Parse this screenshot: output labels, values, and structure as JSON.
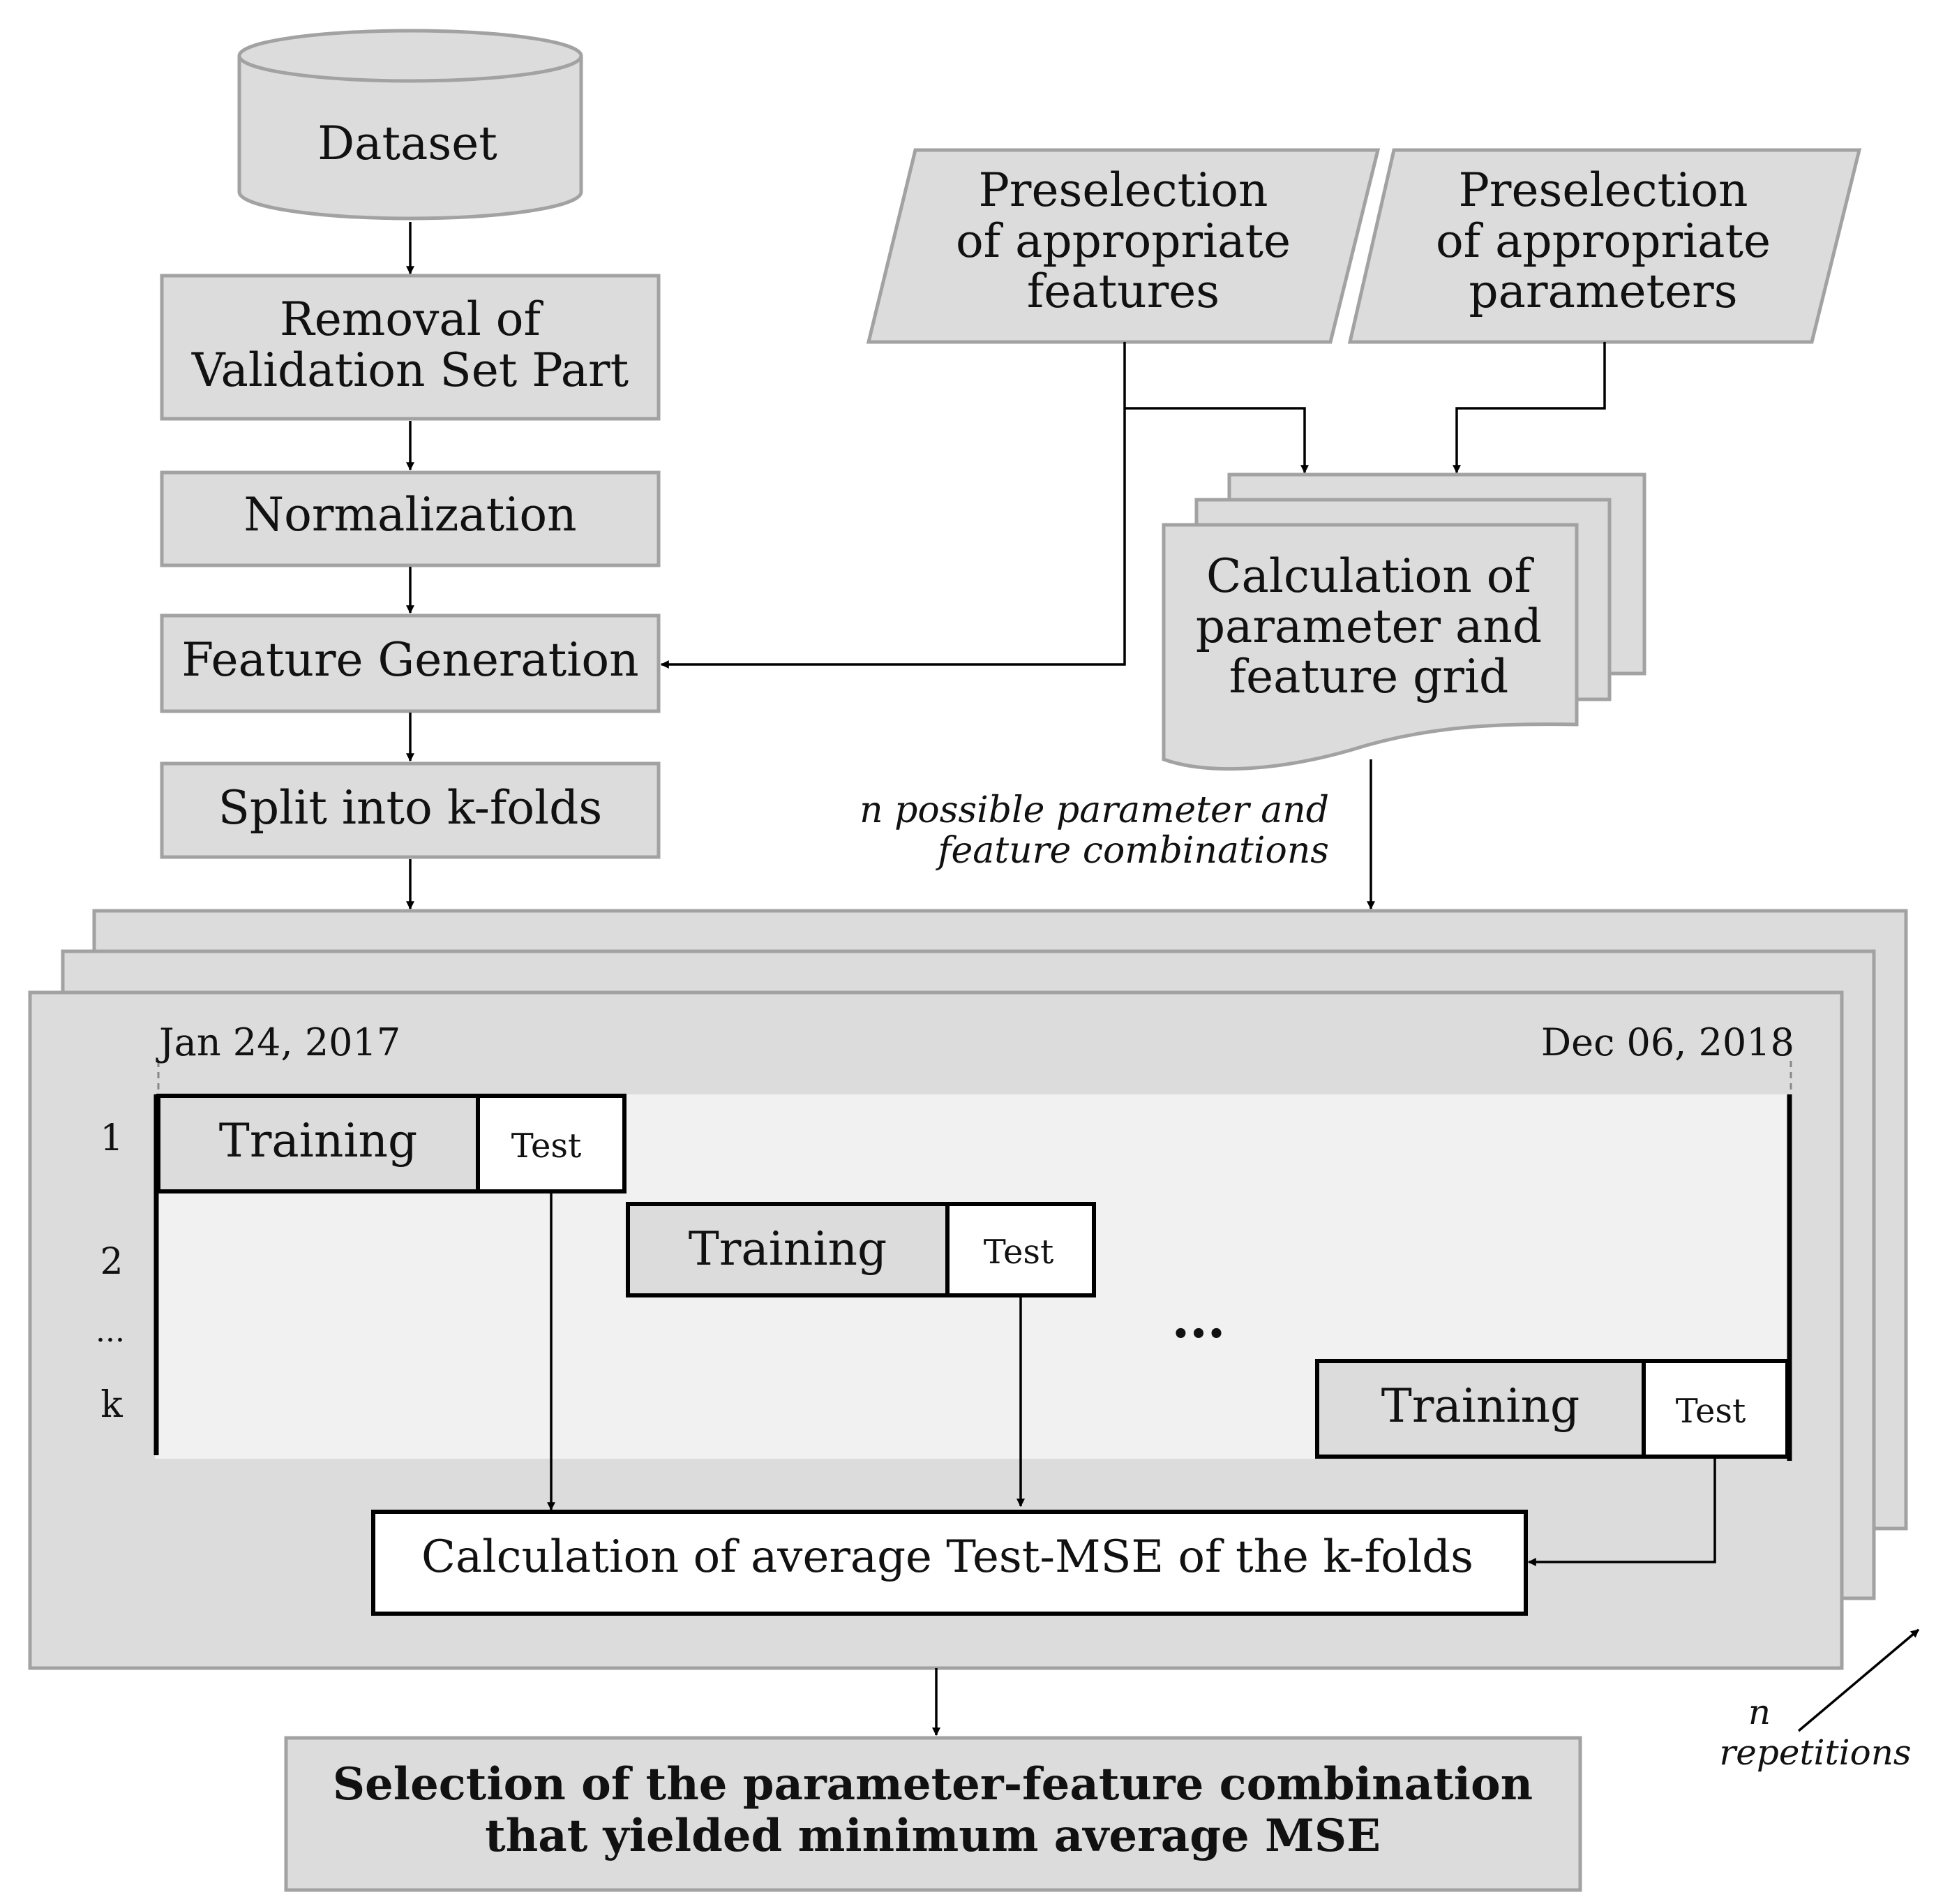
{
  "flow": {
    "dataset": "Dataset",
    "removal": [
      "Removal of",
      "Validation Set Part"
    ],
    "normalization": "Normalization",
    "feature_generation": "Feature Generation",
    "split": "Split into k-folds"
  },
  "preselection": {
    "features": [
      "Preselection",
      "of appropriate",
      "features"
    ],
    "parameters": [
      "Preselection",
      "of appropriate",
      "parameters"
    ]
  },
  "grid": [
    "Calculation of",
    "parameter and",
    "feature grid"
  ],
  "combinations_note": [
    "n possible parameter and",
    "feature combinations"
  ],
  "cv": {
    "start_date": "Jan 24, 2017",
    "end_date": "Dec 06, 2018",
    "fold_labels": [
      "1",
      "2",
      "...",
      "k"
    ],
    "training_label": "Training",
    "test_label": "Test",
    "ellipsis": "•••",
    "average": "Calculation of average Test-MSE of the k-folds"
  },
  "repetitions": [
    "n",
    "repetitions"
  ],
  "selection": [
    "Selection of the parameter-feature combination",
    "that yielded minimum average MSE"
  ]
}
